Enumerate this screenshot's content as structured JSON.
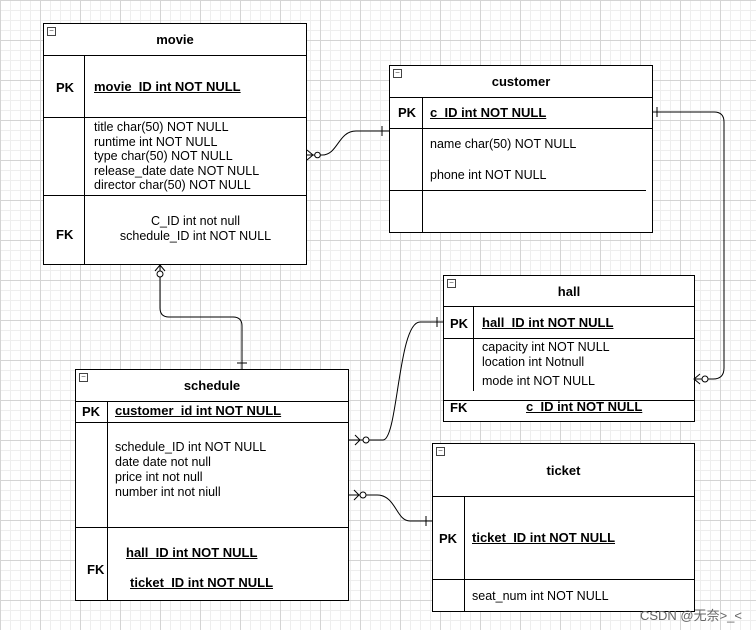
{
  "entities": {
    "movie": {
      "name": "movie",
      "pk_label": "PK",
      "pk_field": "movie_ID int NOT NULL",
      "fields": [
        "title char(50) NOT NULL",
        "runtime int NOT NULL",
        "type char(50) NOT NULL",
        "release_date date NOT NULL",
        "director char(50) NOT NULL"
      ],
      "fk_label": "FK",
      "fk_fields": [
        "C_ID int not null",
        "schedule_ID int NOT NULL"
      ]
    },
    "customer": {
      "name": "customer",
      "pk_label": "PK",
      "pk_field": "c_ID int NOT NULL",
      "fields": [
        "name char(50) NOT NULL",
        "phone int NOT NULL"
      ]
    },
    "hall": {
      "name": "hall",
      "pk_label": "PK",
      "pk_field": "hall_ID int NOT NULL",
      "fields": [
        "capacity int NOT NULL",
        "location int Notnull",
        "mode int  NOT NULL"
      ],
      "fk_label": "FK",
      "fk_field": "c_ID int NOT NULL"
    },
    "schedule": {
      "name": "schedule",
      "pk_label": "PK",
      "pk_field": "customer_id int NOT NULL",
      "fields": [
        "schedule_ID int NOT NULL",
        "date date not null",
        "price int  not null",
        "number int not niull"
      ],
      "fk_label": "FK",
      "fk_fields": [
        "hall_ID int NOT NULL",
        "ticket_ID int NOT NULL"
      ]
    },
    "ticket": {
      "name": "ticket",
      "pk_label": "PK",
      "pk_field": "ticket_ID int NOT NULL",
      "fields": [
        "seat_num int NOT NULL"
      ]
    }
  },
  "watermark": "CSDN @无奈>_<"
}
